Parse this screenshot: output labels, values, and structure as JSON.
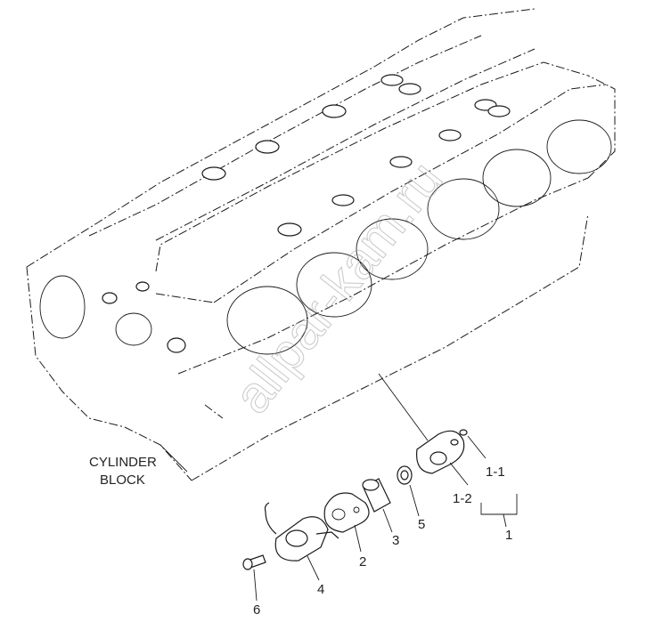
{
  "diagram": {
    "block_label": [
      "CYLINDER",
      "BLOCK"
    ],
    "callouts": [
      "1",
      "1-1",
      "1-2",
      "2",
      "3",
      "4",
      "5",
      "6"
    ],
    "watermark": "allpar-kam.ru"
  }
}
